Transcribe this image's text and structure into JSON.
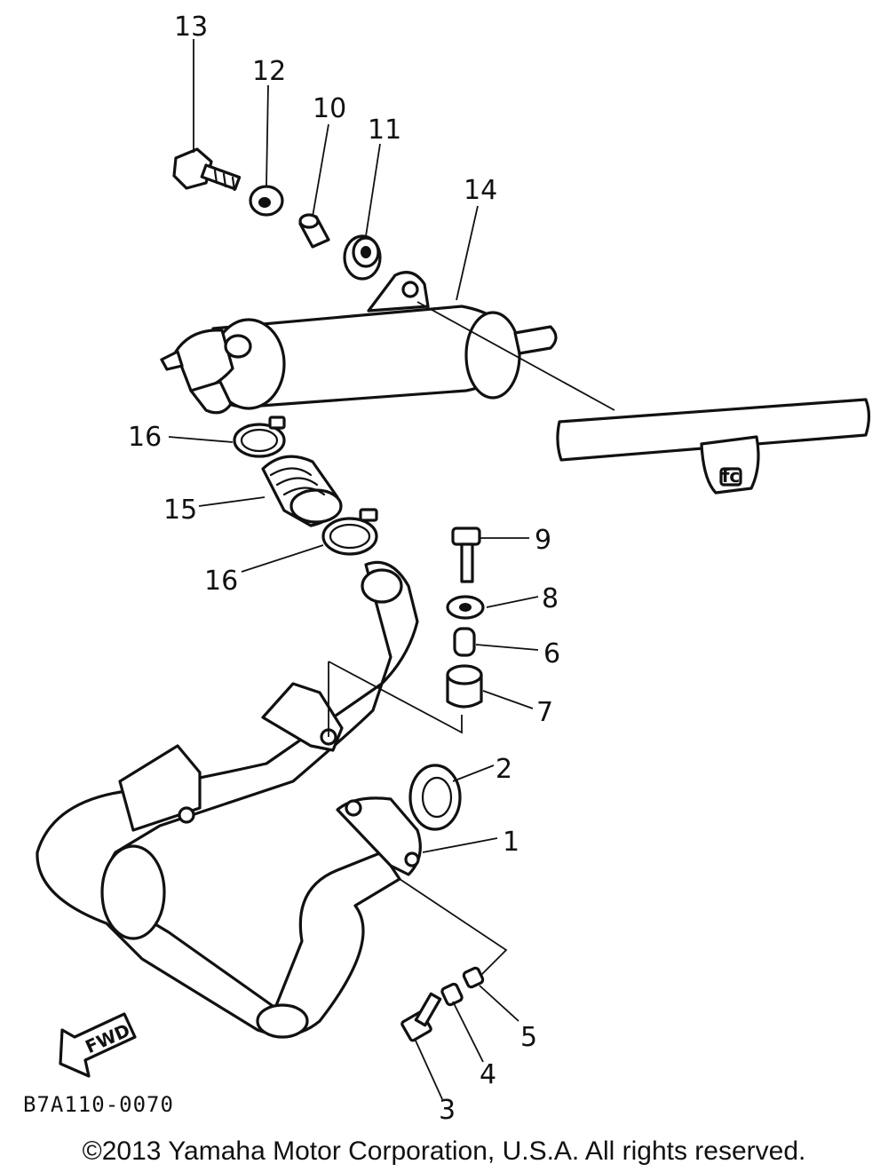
{
  "diagram": {
    "part_code": "B7A110-0070",
    "copyright": "©2013 Yamaha Motor Corporation, U.S.A. All rights reserved.",
    "fwd_label": "FWD",
    "frame_tag": "fc",
    "callouts": {
      "c1": "1",
      "c2": "2",
      "c3": "3",
      "c4": "4",
      "c5": "5",
      "c6": "6",
      "c7": "7",
      "c8": "8",
      "c9": "9",
      "c10": "10",
      "c11": "11",
      "c12": "12",
      "c13": "13",
      "c14": "14",
      "c15": "15",
      "c16a": "16",
      "c16b": "16"
    }
  }
}
